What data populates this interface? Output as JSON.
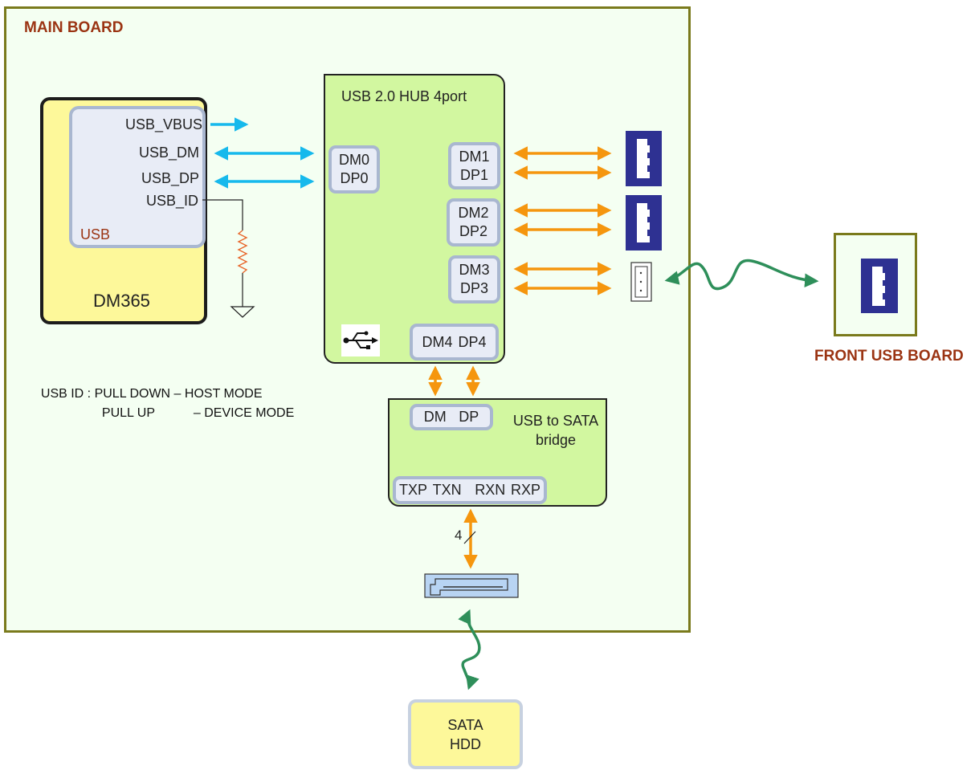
{
  "main_board": {
    "title": "MAIN BOARD"
  },
  "dm365": {
    "label": "DM365",
    "usb_block": {
      "label": "USB",
      "pins": [
        "USB_VBUS",
        "USB_DM",
        "USB_DP",
        "USB_ID"
      ]
    }
  },
  "note": {
    "line1_prefix": "USB ID : ",
    "line1_value": "PULL DOWN",
    "line1_mode": " – HOST MODE",
    "line2_value": "PULL UP",
    "line2_mode": "– DEVICE MODE"
  },
  "hub": {
    "title": "USB 2.0 HUB 4port",
    "upstream": {
      "dm": "DM0",
      "dp": "DP0"
    },
    "ports": [
      {
        "dm": "DM1",
        "dp": "DP1"
      },
      {
        "dm": "DM2",
        "dp": "DP2"
      },
      {
        "dm": "DM3",
        "dp": "DP3"
      }
    ],
    "port4": {
      "dm": "DM4",
      "dp": "DP4"
    },
    "usb_symbol": "usb-trident-icon"
  },
  "bridge": {
    "title_line1": "USB to SATA",
    "title_line2": "bridge",
    "usb_port": {
      "dm": "DM",
      "dp": "DP"
    },
    "sata_pins": {
      "txp": "TXP",
      "txn": "TXN",
      "rxn": "RXN",
      "rxp": "RXP"
    },
    "bus_width": "4"
  },
  "hdd": {
    "line1": "SATA",
    "line2": "HDD"
  },
  "front_board": {
    "title": "FRONT  USB BOARD"
  },
  "colors": {
    "cyan_arrow": "#16b9ec",
    "orange_arrow": "#f5960e",
    "green_arrow": "#2e8f5a",
    "usb_connector": "#2e3192",
    "resistor": "#e8672b",
    "board_border": "#7a7a1c",
    "board_title": "#9b3413"
  }
}
